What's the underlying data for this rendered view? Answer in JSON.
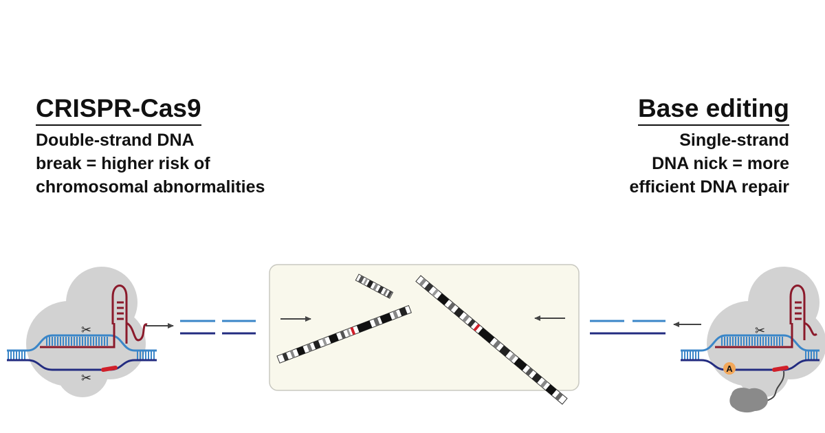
{
  "left": {
    "title": "CRISPR-Cas9",
    "desc_lines": [
      "Double-strand DNA",
      "break = higher risk of",
      "chromosomal abnormalities"
    ]
  },
  "right": {
    "title": "Base editing",
    "desc_lines": [
      "Single-strand",
      "DNA nick = more",
      "efficient DNA repair"
    ]
  },
  "base_label": "A",
  "colors": {
    "complex_gray": "#d2d2d2",
    "panel_bg": "#f9f8ec",
    "dna_light_blue": "#3a86c8",
    "dna_dark_blue": "#232c80",
    "guide_rna": "#8b1a2b",
    "highlight_red": "#d0202a",
    "base_orange": "#f2a75a",
    "deaminase_gray": "#8a8a8a"
  }
}
